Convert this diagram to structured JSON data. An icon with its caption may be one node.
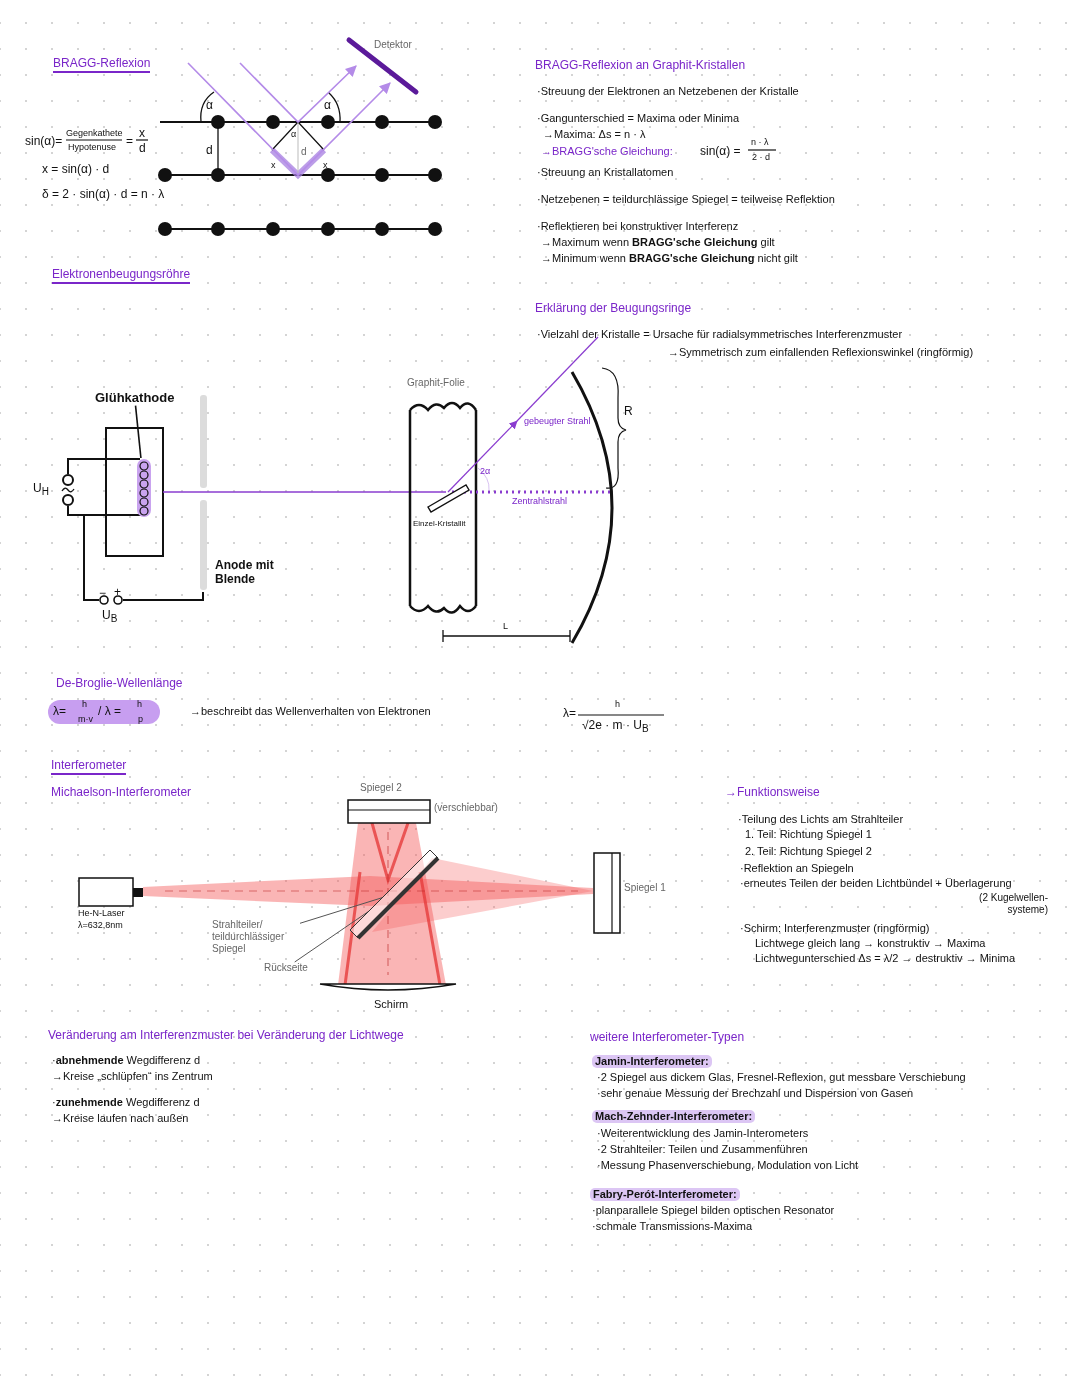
{
  "diagram": {
    "nodes": [
      {
        "text": [
          "Detektor"
        ]
      },
      {
        "text": [
          "Glühkathode"
        ]
      },
      {
        "text": [],
        "shape": "coil"
      },
      {
        "text": [
          "He-N-Laser",
          "λ=632,8nm"
        ]
      },
      {
        "text": [
          "Spiegel 2"
        ],
        "beside": [
          "(verschiebbar)"
        ]
      },
      {
        "text": [
          "Strahlteiler/ teildurchlässiger Spiegel"
        ]
      },
      {
        "text": [],
        "shape": "bar"
      },
      {
        "text": [
          "Rückseite"
        ]
      },
      {
        "text": [
          "Spiegel 1"
        ]
      },
      {
        "text": [
          "Schirm"
        ]
      }
    ],
    "edges": [
      {
        "from": 1,
        "to": 2,
        "arrow": "none"
      },
      {
        "from": 5,
        "to": 6,
        "arrow": "none"
      },
      {
        "from": 7,
        "to": 6,
        "arrow": "none"
      }
    ],
    "labels": [
      "BRAGG-Reflexion",
      "sin(α)=",
      "Gegenkathete",
      "Hypotenuse",
      "=",
      "x",
      "d",
      "x = sin(α) · d",
      "δ = 2 · sin(α) · d = n · λ",
      "α",
      "α",
      "d",
      "α",
      "d",
      "x",
      "x",
      "BRAGG-Reflexion an Graphit-Kristallen",
      "·Streuung der Elektronen an Netzebenen der Kristalle",
      "·Gangunterschied = Maxima oder Minima",
      "→Maxima: Δs = n · λ",
      "→BRAGG'sche Gleichung:",
      "sin(α) =",
      "n · λ",
      "2 · d",
      "·Streuung an Kristallatomen",
      "·Netzebenen = teildurchlässige Spiegel = teilweise Reflektion",
      "·Reflektieren bei konstruktiver Interferenz",
      "→Maximum wenn **BRAGG'sche Gleichung** gilt",
      "→Minimum wenn **BRAGG'sche Gleichung** nicht gilt",
      "Elektronenbeugungsröhre",
      "Erklärung der Beugungsringe",
      "·Vielzahl der Kristalle = Ursache für radialsymmetrisches Interferenzmuster",
      "→Symmetrisch zum einfallenden Reflexionswinkel (ringförmig)",
      "Graphit-Folie",
      "R",
      "gebeugter Strahl",
      "2α",
      "Zentrahlstrahl",
      "Einzel-Kristallit",
      "U$_{H}$",
      "Anode mit Blende",
      "−",
      "+",
      "U$_{B}$",
      "L",
      "De-Broglie-Wellenlänge",
      "λ=",
      "h",
      "m·v",
      "/ λ =",
      "h",
      "p",
      "→beschreibt das Wellenverhalten von Elektronen",
      "λ=",
      "h",
      "√2e · m · U$_{B}$",
      "Interferometer",
      "Michaelson-Interferometer",
      "→Funktionsweise",
      "·Teilung des Lichts am Strahlteiler",
      "1. Teil: Richtung Spiegel 1",
      "2. Teil: Richtung Spiegel 2",
      "·Reflektion an Spiegeln",
      "·erneutes Teilen der beiden Lichtbündel + Überlagerung",
      "(2 Kugelwellen-systeme)",
      "·Schirm: Interferenzmuster (ringförmig)",
      "Lichtwege gleich lang → konstruktiv → Maxima",
      "Lichtwegunterschied Δs = λ/2 → destruktiv → Minima",
      "Veränderung am Interferenzmuster bei Veränderung der Lichtwege",
      "·**abnehmende** Wegdifferenz d",
      "→Kreise „schlüpfen“ ins Zentrum",
      "·**zunehmende** Wegdifferenz d",
      "→Kreise laufen nach außen",
      "weitere Interferometer-Typen",
      "Jamin-Interferometer:",
      "·2 Spiegel aus dickem Glas, Fresnel-Reflexion, gut messbare Verschiebung",
      "·sehr genaue Messung der Brechzahl und Dispersion von Gasen",
      "Mach-Zehnder-Interferometer:",
      "·Weiterentwicklung des Jamin-Interometers",
      "·2 Strahlteiler: Teilen und Zusammenführen",
      "·Messung Phasenverschiebung, Modulation von Licht",
      "Fabry-Perót-Interferometer:",
      "·planparallele Spiegel bilden optischen Resonator",
      "·schmale Transmissions-Maxima"
    ]
  }
}
